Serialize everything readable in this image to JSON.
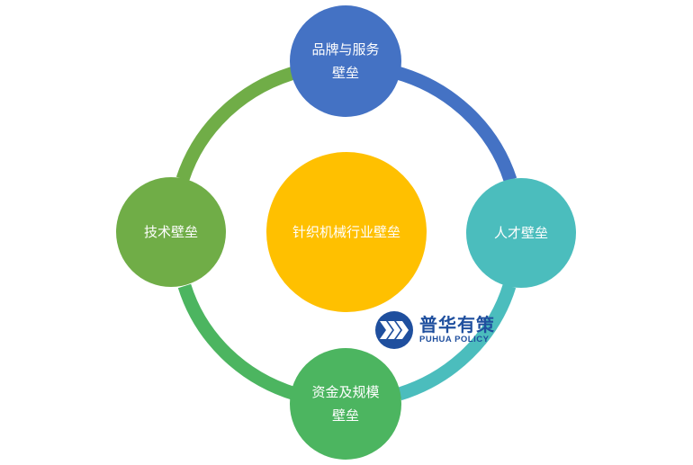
{
  "center": {
    "label": "针织机械行业壁垒",
    "color": "#ffc000"
  },
  "nodes": {
    "brand": {
      "label": "品牌与服务\n壁垒",
      "color": "#4472c4"
    },
    "talent": {
      "label": "人才壁垒",
      "color": "#4bbdbd"
    },
    "capital": {
      "label": "资金及规模\n壁垒",
      "color": "#4cb560"
    },
    "tech": {
      "label": "技术壁垒",
      "color": "#70ad47"
    }
  },
  "ring": {
    "brand_to_talent": "#4472c4",
    "talent_to_capital": "#4bbdbd",
    "capital_to_tech": "#4cb560",
    "tech_to_brand": "#70ad47"
  },
  "logo": {
    "name_cn": "普华有策",
    "name_en": "PUHUA POLICY",
    "color": "#1f4f9e"
  }
}
